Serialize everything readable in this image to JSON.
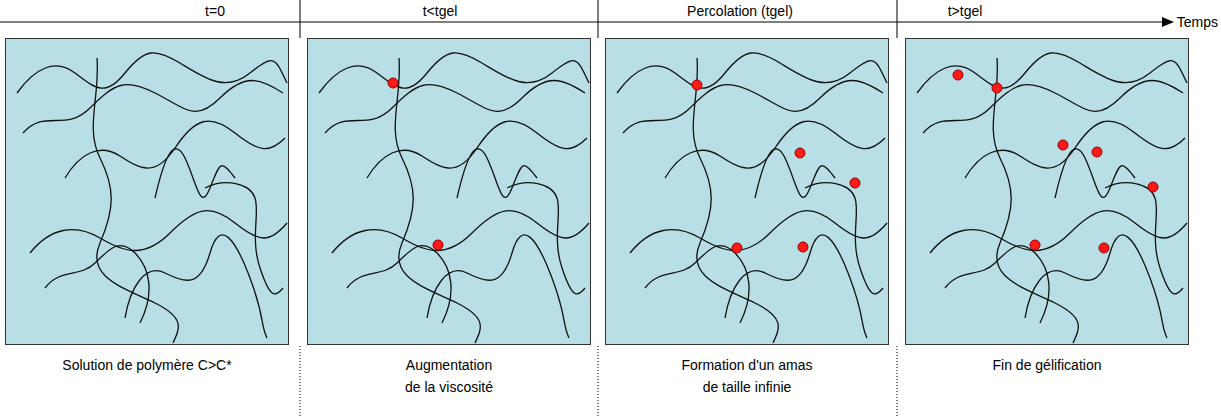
{
  "diagram": {
    "nodes": [
      {
        "text": [
          "Solution de polymère C>C*"
        ]
      },
      {
        "text": [
          "Augmentation de la viscosité"
        ]
      },
      {
        "text": [
          "Formation d'un amas de taille infinie"
        ]
      },
      {
        "text": [
          "Fin de gélification"
        ]
      }
    ],
    "labels": [
      "t=0",
      "t<tgel",
      "Percolation (tgel)",
      "t>tgel",
      "Temps"
    ]
  }
}
